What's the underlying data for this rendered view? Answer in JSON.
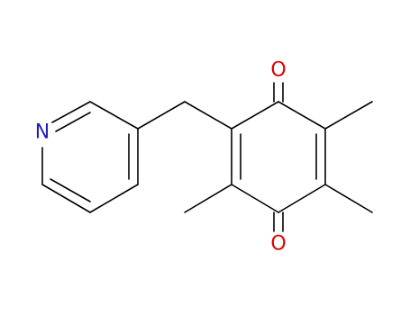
{
  "molecule": {
    "atoms": {
      "nitrogen": {
        "label": "N",
        "color": "#1f1fbf"
      },
      "oxygen_top": {
        "label": "O",
        "color": "#e00000"
      },
      "oxygen_bottom": {
        "label": "O",
        "color": "#e00000"
      }
    },
    "bond_color": "#000000",
    "background": "#ffffff"
  }
}
